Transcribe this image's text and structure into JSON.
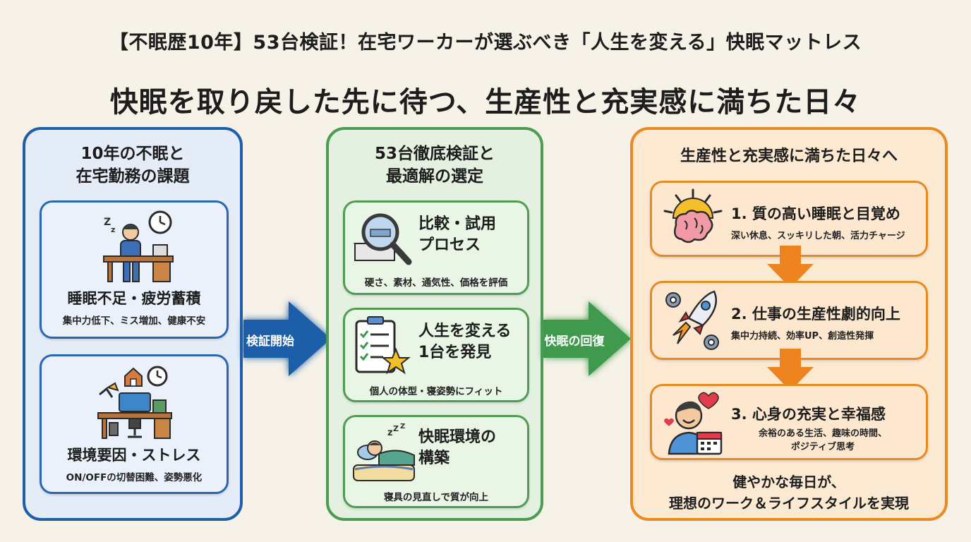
{
  "header": {
    "title_top": "【不眠歴10年】53台検証！在宅ワーカーが選ぶべき「人生を変える」快眠マットレス",
    "title_main": "快眠を取り戻した先に待つ、生産性と充実感に満ちた日々"
  },
  "col1": {
    "heading_line1": "10年の不眠と",
    "heading_line2": "在宅勤務の課題",
    "cards": [
      {
        "title": "睡眠不足・疲労蓄積",
        "sub": "集中力低下、ミス増加、健康不安"
      },
      {
        "title": "環境要因・ストレス",
        "sub": "ON/OFFの切替困難、姿勢悪化"
      }
    ]
  },
  "arrow1": {
    "label": "検証開始"
  },
  "col2": {
    "heading_line1": "53台徹底検証と",
    "heading_line2": "最適解の選定",
    "cards": [
      {
        "title_line1": "比較・試用",
        "title_line2": "プロセス",
        "sub": "硬さ、素材、通気性、価格を評価"
      },
      {
        "title_line1": "人生を変える",
        "title_line2": "1台を発見",
        "sub": "個人の体型・寝姿勢にフィット"
      },
      {
        "title_line1": "快眠環境の",
        "title_line2": "構築",
        "sub": "寝具の見直しで質が向上"
      }
    ]
  },
  "arrow2": {
    "label": "快眠の回復"
  },
  "col3": {
    "heading": "生産性と充実感に満ちた日々へ",
    "cards": [
      {
        "title": "1. 質の高い睡眠と目覚め",
        "sub_line1": "深い休息、スッキリした朝、活力チャージ",
        "sub_line2": ""
      },
      {
        "title": "2. 仕事の生産性劇的向上",
        "sub_line1": "集中力持続、効率UP、創造性発揮",
        "sub_line2": ""
      },
      {
        "title": "3. 心身の充実と幸福感",
        "sub_line1": "余裕のある生活、趣味の時間、",
        "sub_line2": "ポジティブ思考"
      }
    ],
    "footer_line1": "健やかな毎日が、",
    "footer_line2": "理想のワーク＆ライフスタイルを実現"
  },
  "colors": {
    "blue": "#1f5ea8",
    "green": "#4a9d52",
    "orange": "#ec8a22",
    "background": "#f7f2e8"
  }
}
